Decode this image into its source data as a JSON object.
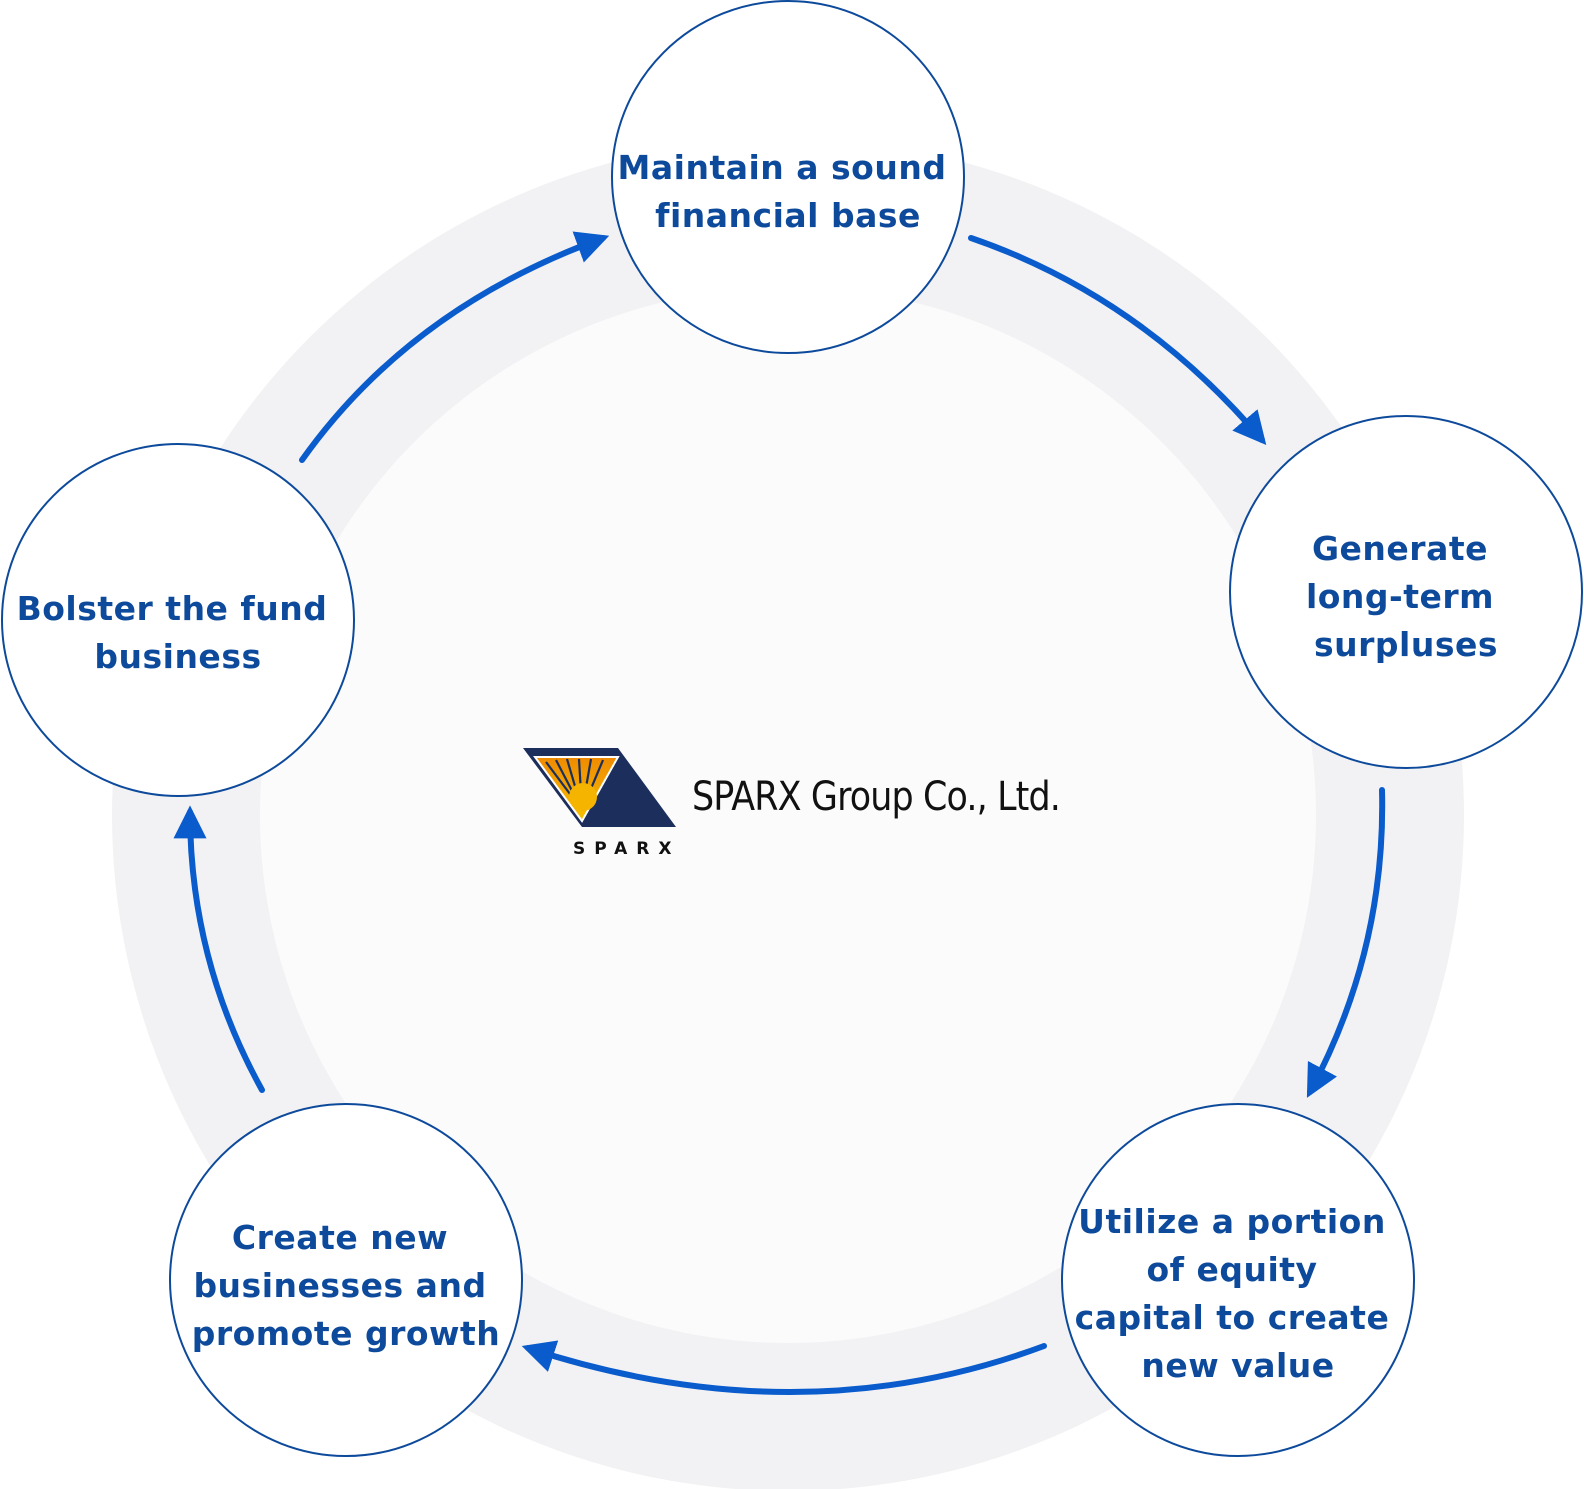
{
  "diagram": {
    "nodes": [
      {
        "id": "sound-financial-base",
        "lines": [
          "Maintain a sound",
          "financial base"
        ]
      },
      {
        "id": "long-term-surpluses",
        "lines": [
          "Generate",
          "long-term",
          "surpluses"
        ]
      },
      {
        "id": "utilize-equity",
        "lines": [
          "Utilize a portion",
          "of equity",
          "capital to create",
          "new value"
        ]
      },
      {
        "id": "create-new-businesses",
        "lines": [
          "Create new",
          "businesses and",
          "promote growth"
        ]
      },
      {
        "id": "bolster-fund",
        "lines": [
          "Bolster the fund",
          "business"
        ]
      }
    ],
    "edges": [
      {
        "from": "sound-financial-base",
        "to": "long-term-surpluses"
      },
      {
        "from": "long-term-surpluses",
        "to": "utilize-equity"
      },
      {
        "from": "utilize-equity",
        "to": "create-new-businesses"
      },
      {
        "from": "create-new-businesses",
        "to": "bolster-fund"
      },
      {
        "from": "bolster-fund",
        "to": "sound-financial-base"
      }
    ]
  },
  "center": {
    "company_name": "SPARX Group Co., Ltd.",
    "logo_text": "SPARX"
  },
  "colors": {
    "node_border": "#0d4a9b",
    "node_text": "#0d4a9b",
    "arrow": "#0a5ccc",
    "ring": "#f2f2f4",
    "inner": "#fbfbfc",
    "logo_navy": "#1b2e5c",
    "logo_gold": "#f5a800"
  }
}
